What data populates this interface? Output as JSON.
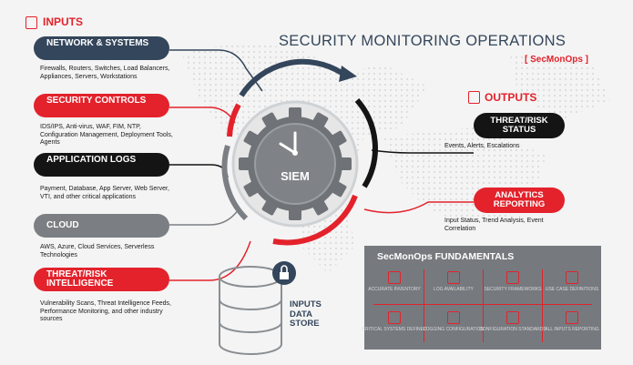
{
  "colors": {
    "red": "#e3222b",
    "navy": "#34465b",
    "black": "#141414",
    "gray": "#7b7f83",
    "bg": "#f4f4f4"
  },
  "header": {
    "title": "SECURITY MONITORING OPERATIONS",
    "subtitle": "[ SecMonOps ]"
  },
  "inputs": {
    "heading": "INPUTS",
    "items": [
      {
        "label": "NETWORK & SYSTEMS",
        "desc": "Firewalls, Routers, Switches, Load Balancers, Appliances, Servers, Workstations"
      },
      {
        "label": "SECURITY CONTROLS",
        "desc": "IDS/IPS, Anti-virus, WAF, FIM, NTP, Configuration Management, Deployment Tools, Agents"
      },
      {
        "label": "APPLICATION LOGS",
        "desc": "Payment, Database, App Server, Web Server, VTI, and other critical applications"
      },
      {
        "label": "CLOUD",
        "desc": "AWS, Azure, Cloud Services, Serverless Technologies"
      },
      {
        "label": "THREAT/RISK INTELLIGENCE",
        "desc": "Vulnerability Scans, Threat Intelligence Feeds, Performance Monitoring, and other industry sources"
      }
    ]
  },
  "center": {
    "label": "SIEM"
  },
  "outputs": {
    "heading": "OUTPUTS",
    "items": [
      {
        "label": "THREAT/RISK STATUS",
        "desc": "Events, Alerts, Escalations"
      },
      {
        "label": "ANALYTICS REPORTING",
        "desc": "Input Status, Trend Analysis, Event Correlation"
      }
    ]
  },
  "store": {
    "label": "INPUTS DATA STORE"
  },
  "fundamentals": {
    "title": "SecMonOps FUNDAMENTALS",
    "items": [
      "ACCURATE INVENTORY",
      "LOG AVAILABILITY",
      "SECURITY FRAMEWORKS",
      "USE CASE DEFINITIONS",
      "CRITICAL SYSTEMS DEFINED",
      "LOGGING CONFIGURATION",
      "CONFIGURATION STANDARDS",
      "ALL INPUTS REPORTING"
    ]
  }
}
